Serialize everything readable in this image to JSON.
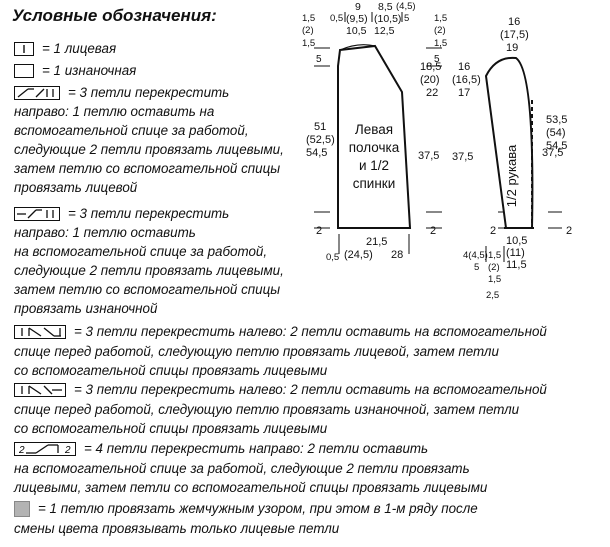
{
  "legend": {
    "title": "Условные обозначения:",
    "knit": "= 1 лицевая",
    "purl": "= 1 изнаночная",
    "cross_right_knit": {
      "lines": [
        "= 3 петли перекрестить",
        "направо: 1 петлю оставить на",
        "вспомогательной спице за работой,",
        "следующие 2 петли провязать лицевыми,",
        "затем петлю со вспомогательной спицы",
        "провязать лицевой"
      ]
    },
    "cross_right_purl": {
      "lines": [
        "= 3 петли перекрестить",
        "направо: 1 петлю оставить",
        "на вспомогательной спице за работой,",
        "следующие 2 петли провязать лицевыми,",
        "затем петлю со вспомогательной спицы",
        "провязать изнаночной"
      ]
    },
    "cross_left_knit": {
      "lines": [
        "= 3 петли перекрестить налево: 2 петли оставить на вспомогательной",
        "спице перед работой, следующую петлю провязать лицевой, затем петли",
        "со вспомогательной спицы провязать лицевыми"
      ]
    },
    "cross_left_purl": {
      "lines": [
        "= 3 петли перекрестить налево: 2 петли оставить на вспомогательной",
        "спице перед работой, следующую петлю провязать изнаночной, затем петли",
        "со вспомогательной спицы провязать лицевыми"
      ]
    },
    "cross_four": {
      "lines": [
        "= 4 петли перекрестить направо: 2 петли оставить",
        "на вспомогательной спице за работой, следующие 2 петли провязать",
        "лицевыми, затем петли со вспомогательной спицы провязать лицевыми"
      ]
    },
    "seed": {
      "lines": [
        "= 1 петлю провязать жемчужным узором, при этом в 1-м ряду после",
        "смены цвета провязывать только лицевые петли"
      ]
    },
    "symbol_digit": "2",
    "colors": {
      "seed_fill": "#b3b3b3",
      "line": "#111111"
    }
  },
  "diagram": {
    "body_label": [
      "Левая",
      "полочка",
      "и 1/2",
      "спинки"
    ],
    "sleeve_label": "1/2 рукава",
    "top_neck": [
      "9",
      "(9,5)",
      "10,5"
    ],
    "top_shoulder": [
      "8,5",
      "(10,5)",
      "12,5"
    ],
    "top_small": [
      "0,5",
      "(4,5)",
      "5"
    ],
    "left_top": [
      "1,5",
      "(2)",
      "1,5"
    ],
    "left_five": "5",
    "right_top": [
      "1,5",
      "(2)",
      "1,5"
    ],
    "right_five": "5",
    "armhole": [
      "18,5",
      "(20)",
      "22"
    ],
    "body_height": [
      "51",
      "(52,5)",
      "54,5"
    ],
    "mid_left": "37,5",
    "mid_right": "37,5",
    "hem_left": "2",
    "hem_right": "2",
    "bottom_width": [
      "21,5",
      "(24,5)",
      "28"
    ],
    "bottom_small": "0,5",
    "sleeve_top": [
      "16",
      "(17,5)",
      "19"
    ],
    "sleeve_cap": [
      "16",
      "(16,5)",
      "17"
    ],
    "sleeve_length": [
      "53,5",
      "(54)",
      "54,5"
    ],
    "sleeve_mid": "37,5",
    "sleeve_hem_left": "2",
    "sleeve_hem_right": "2",
    "cuff_width": [
      "10,5",
      "(11)",
      "11,5"
    ],
    "cuff_left": [
      "4(4,5)",
      "5"
    ],
    "cuff_small": [
      "1,5",
      "(2)",
      "1,5"
    ],
    "cuff_bottom": "2,5"
  }
}
